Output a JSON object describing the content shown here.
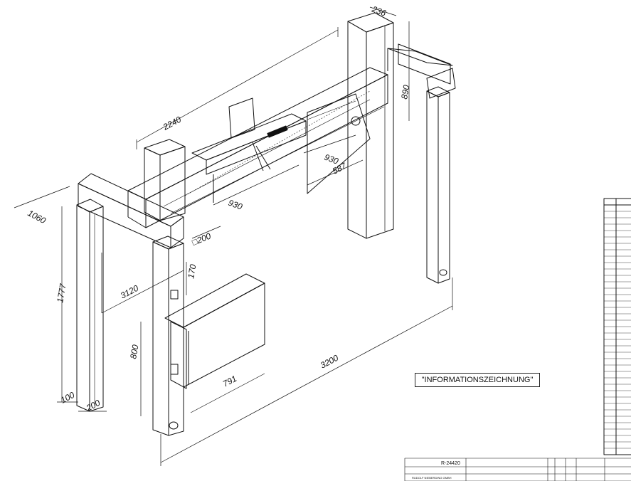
{
  "dimensions": {
    "d236": "236",
    "d890": "890",
    "d2240": "2240",
    "d930a": "930",
    "d930b": "930",
    "d587": "587",
    "d1060": "1060",
    "d200sq": "□200",
    "d170": "170",
    "d3120": "3120",
    "d1777": "1777",
    "d800": "800",
    "d791": "791",
    "d3200": "3200",
    "d100": "100",
    "d200": "200"
  },
  "info_label": "\"INFORMATIONSZEICHNUNG\"",
  "title_block": {
    "drawing_number": "R-24420",
    "company": "RUDOLF NIEBERDING GMBH"
  },
  "colors": {
    "line": "#111111",
    "background": "#ffffff",
    "hatch": "#222222"
  }
}
